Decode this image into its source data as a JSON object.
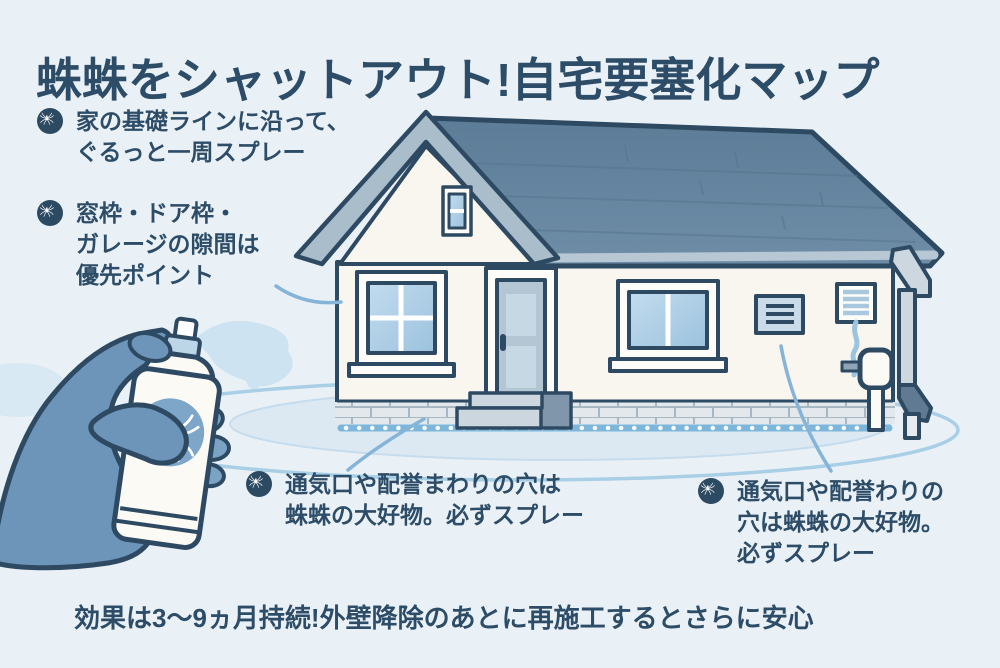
{
  "title": "蛛蛛をシャットアウト!自宅要塞化マップ",
  "annotations": {
    "perimeter": {
      "lines": [
        "家の基礎ラインに沿って、",
        "ぐるっと一周スプレー"
      ]
    },
    "frames": {
      "lines": [
        "窓枠・ドア枠・",
        "ガレージの隙間は",
        "優先ポイント"
      ]
    },
    "vents_left": {
      "lines": [
        "通気口や配誉まわりの穴は",
        "蛛蛛の大好物。必ずスプレー"
      ]
    },
    "vents_right": {
      "lines": [
        "通気口や配誉わりの",
        "穴は蛛蛛の大好物。",
        "必ずスプレー"
      ]
    }
  },
  "footer": "効果は3〜9ヵ月持続!外壁降除のあとに再施工するとさらに安心",
  "icons": {
    "bullet": "spider-icon",
    "can_logo": "spider-icon"
  },
  "colors": {
    "background": "#eaf1f6",
    "text": "#2d4c67",
    "outline": "#2e4a63",
    "roof": "#66839d",
    "roof_band": "#a9bdcb",
    "wall": "#f8f6ef",
    "glass": "#aecde6",
    "hand": "#6d95b9",
    "spray_mist": "#cde3f1",
    "ellipse_stroke": "#a8cfe6",
    "foundation": "#e2e8ec",
    "bullet_bg": "#2d4a63",
    "logo_bg": "#7ea6c8"
  }
}
